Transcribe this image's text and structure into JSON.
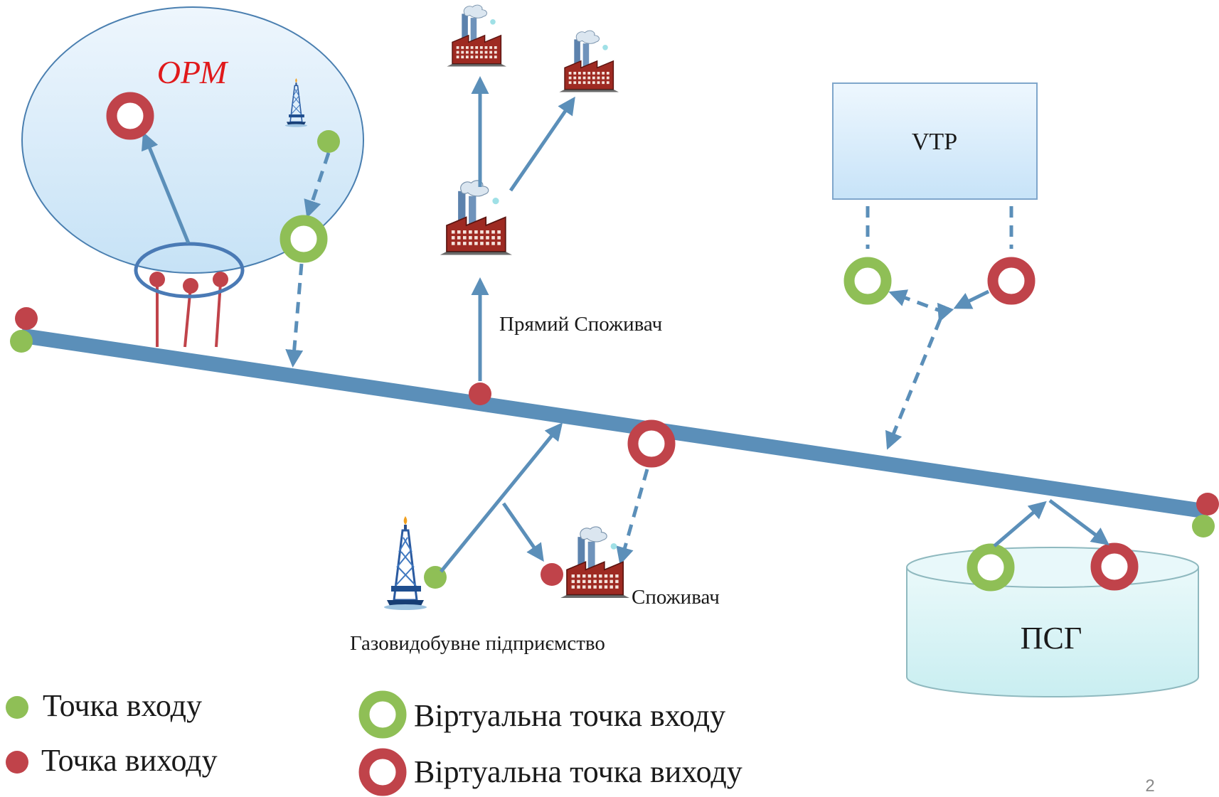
{
  "labels": {
    "opm": "ОРМ",
    "direct_consumer": "Прямий Споживач",
    "consumer": "Споживач",
    "gas_producer": "Газовидобувне підприємство",
    "vtp": "VTP",
    "storage": "ПСГ",
    "slide_number": "2"
  },
  "legend": {
    "entry_point": "Точка входу",
    "exit_point": "Точка виходу",
    "virtual_entry_point": "Віртуальна точка входу",
    "virtual_exit_point": "Віртуальна точка виходу"
  },
  "icons": {
    "factory": "factory-icon",
    "gas_derrick": "gas-derrick-icon",
    "entry_point": "green-dot",
    "exit_point": "red-dot",
    "virtual_entry_point": "green-ring",
    "virtual_exit_point": "red-ring"
  },
  "colors": {
    "pipeline": "#5b8fb9",
    "arrow": "#5b8fb9",
    "entry_green": "#8fbf56",
    "exit_red": "#c0434a",
    "opm_fill": "#d7ebf9",
    "opm_stroke": "#4a7fb0",
    "opm_text": "#e0191b",
    "vtp_fill": "#d9edfb",
    "storage_fill": "#dff5f7"
  }
}
